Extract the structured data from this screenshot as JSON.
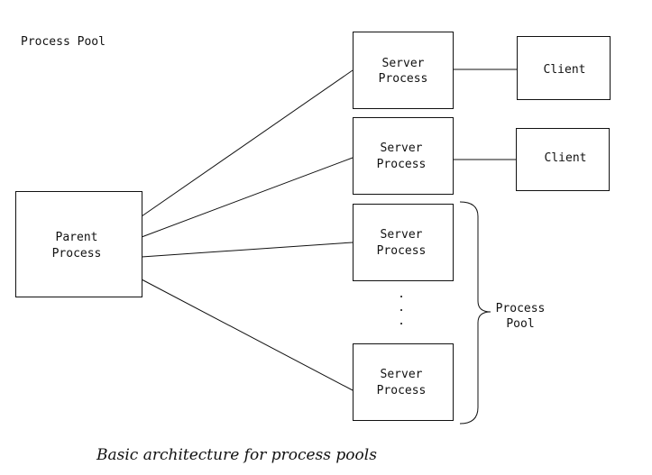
{
  "diagram": {
    "title": "Process Pool",
    "caption": "Basic architecture for process pools",
    "parent": {
      "line1": "Parent",
      "line2": "Process"
    },
    "servers": [
      {
        "line1": "Server",
        "line2": "Process"
      },
      {
        "line1": "Server",
        "line2": "Process"
      },
      {
        "line1": "Server",
        "line2": "Process"
      },
      {
        "line1": "Server",
        "line2": "Process"
      }
    ],
    "clients": [
      {
        "label": "Client"
      },
      {
        "label": "Client"
      }
    ],
    "ellipsis": [
      ".",
      ".",
      "."
    ],
    "pool_label": {
      "line1": "Process",
      "line2": "Pool"
    }
  }
}
